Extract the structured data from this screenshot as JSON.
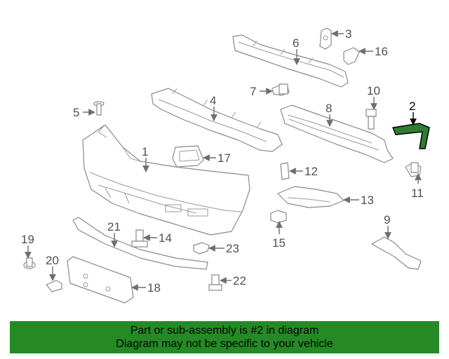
{
  "callouts": {
    "n1": "1",
    "n2": "2",
    "n3": "3",
    "n4": "4",
    "n5": "5",
    "n6": "6",
    "n7": "7",
    "n8": "8",
    "n9": "9",
    "n10": "10",
    "n11": "11",
    "n12": "12",
    "n13": "13",
    "n14": "14",
    "n15": "15",
    "n16": "16",
    "n17": "17",
    "n18": "18",
    "n19": "19",
    "n20": "20",
    "n21": "21",
    "n22": "22",
    "n23": "23"
  },
  "highlight": {
    "part_number": "2",
    "color": "#1f7a2e"
  },
  "banner": {
    "line1": "Part or sub-assembly is #2 in diagram",
    "line2": "Diagram may not be specific to your vehicle",
    "background": "#258a25"
  }
}
